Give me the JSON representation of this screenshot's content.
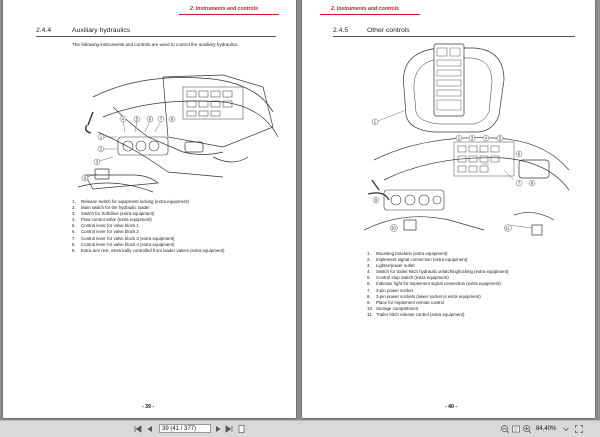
{
  "left_page": {
    "header": "2. Instruments and controls",
    "section_number": "2.4.4",
    "section_title": "Auxiliary hydraulics",
    "intro": "The following instruments and controls are used to control the auxiliary hydraulics.",
    "legend": [
      {
        "n": "1.",
        "t": "Release switch for equipment locking (extra equipment)"
      },
      {
        "n": "2.",
        "t": "Main switch for the hydraulic loader"
      },
      {
        "n": "3.",
        "t": "Switch for Softdrive (extra equipment)"
      },
      {
        "n": "4.",
        "t": "Flow control valve (extra equipment)"
      },
      {
        "n": "5.",
        "t": "Control lever for valve block 1"
      },
      {
        "n": "6.",
        "t": "Control lever for valve block 2"
      },
      {
        "n": "7.",
        "t": "Control lever for valve block 3 (extra equipment)"
      },
      {
        "n": "8.",
        "t": "Control lever for valve block 4 (extra equipment)"
      },
      {
        "n": "9.",
        "t": "Extra arm rest, electrically controlled front loader valves (extra equipment)"
      }
    ],
    "callouts": [
      "1",
      "2",
      "3",
      "4",
      "5",
      "6",
      "7",
      "8",
      "9"
    ],
    "page_number": "- 39 -"
  },
  "right_page": {
    "header": "2. Instruments and controls",
    "section_number": "2.4.5",
    "section_title": "Other controls",
    "legend": [
      {
        "n": "1.",
        "t": "Mounting brackets (extra equipment)"
      },
      {
        "n": "2.",
        "t": "Implement signal connection (extra equipment)"
      },
      {
        "n": "3.",
        "t": "Lighter/power outlet"
      },
      {
        "n": "4.",
        "t": "Switch for trailer hitch hydraulic unlatching/locking (extra equipment)"
      },
      {
        "n": "5.",
        "t": "Control stop switch (extra equipment)"
      },
      {
        "n": "6.",
        "t": "Indicator light for implement signal connection (extra equipment)"
      },
      {
        "n": "7.",
        "t": "3-pin power socket"
      },
      {
        "n": "8.",
        "t": "2-pin power sockets (lower socket is extra equipment)"
      },
      {
        "n": "9.",
        "t": "Place for implement remote control"
      },
      {
        "n": "10.",
        "t": "Storage compartment"
      },
      {
        "n": "11.",
        "t": "Trailer hitch release control (extra equipment)"
      }
    ],
    "callouts": [
      "1",
      "2",
      "3",
      "4",
      "5",
      "6",
      "7",
      "8",
      "9",
      "10",
      "11"
    ],
    "page_number": "- 40 -"
  },
  "toolbar": {
    "page_field": "39 (41 / 377)",
    "zoom": "84,40%"
  },
  "colors": {
    "accent": "#d8141a",
    "background": "#8f8f8f",
    "toolbar": "#d9d9d9"
  }
}
